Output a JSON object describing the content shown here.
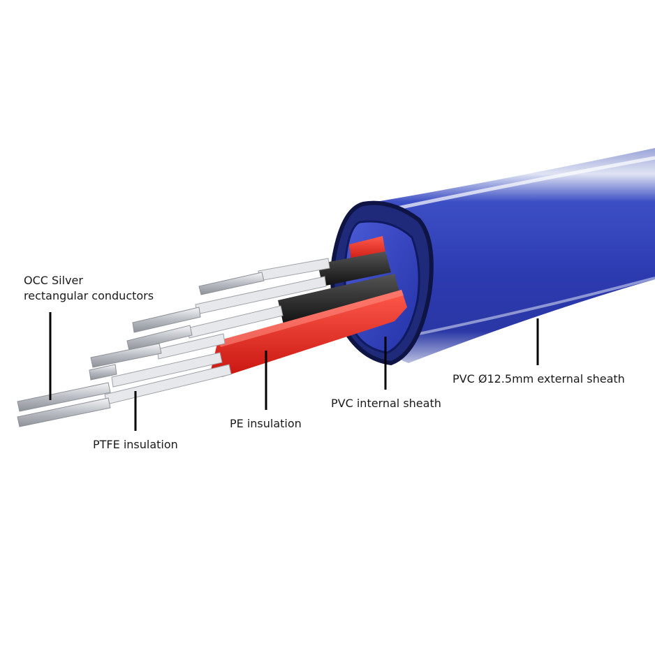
{
  "labels": {
    "occ_silver_line1": "OCC Silver",
    "occ_silver_line2": "rectangular conductors",
    "ptfe_insulation": "PTFE insulation",
    "pe_insulation": "PE insulation",
    "pvc_internal_sheath": "PVC internal sheath",
    "pvc_external_sheath": "PVC Ø12.5mm external sheath"
  },
  "colors": {
    "outer_sheath": "#2f3fae",
    "inner_sheath": "#3546c8",
    "pe_red": "#e8251d",
    "pe_black": "#1b1b1b",
    "conductor_silver": "#c9ccd0",
    "leader_line": "#000000"
  }
}
